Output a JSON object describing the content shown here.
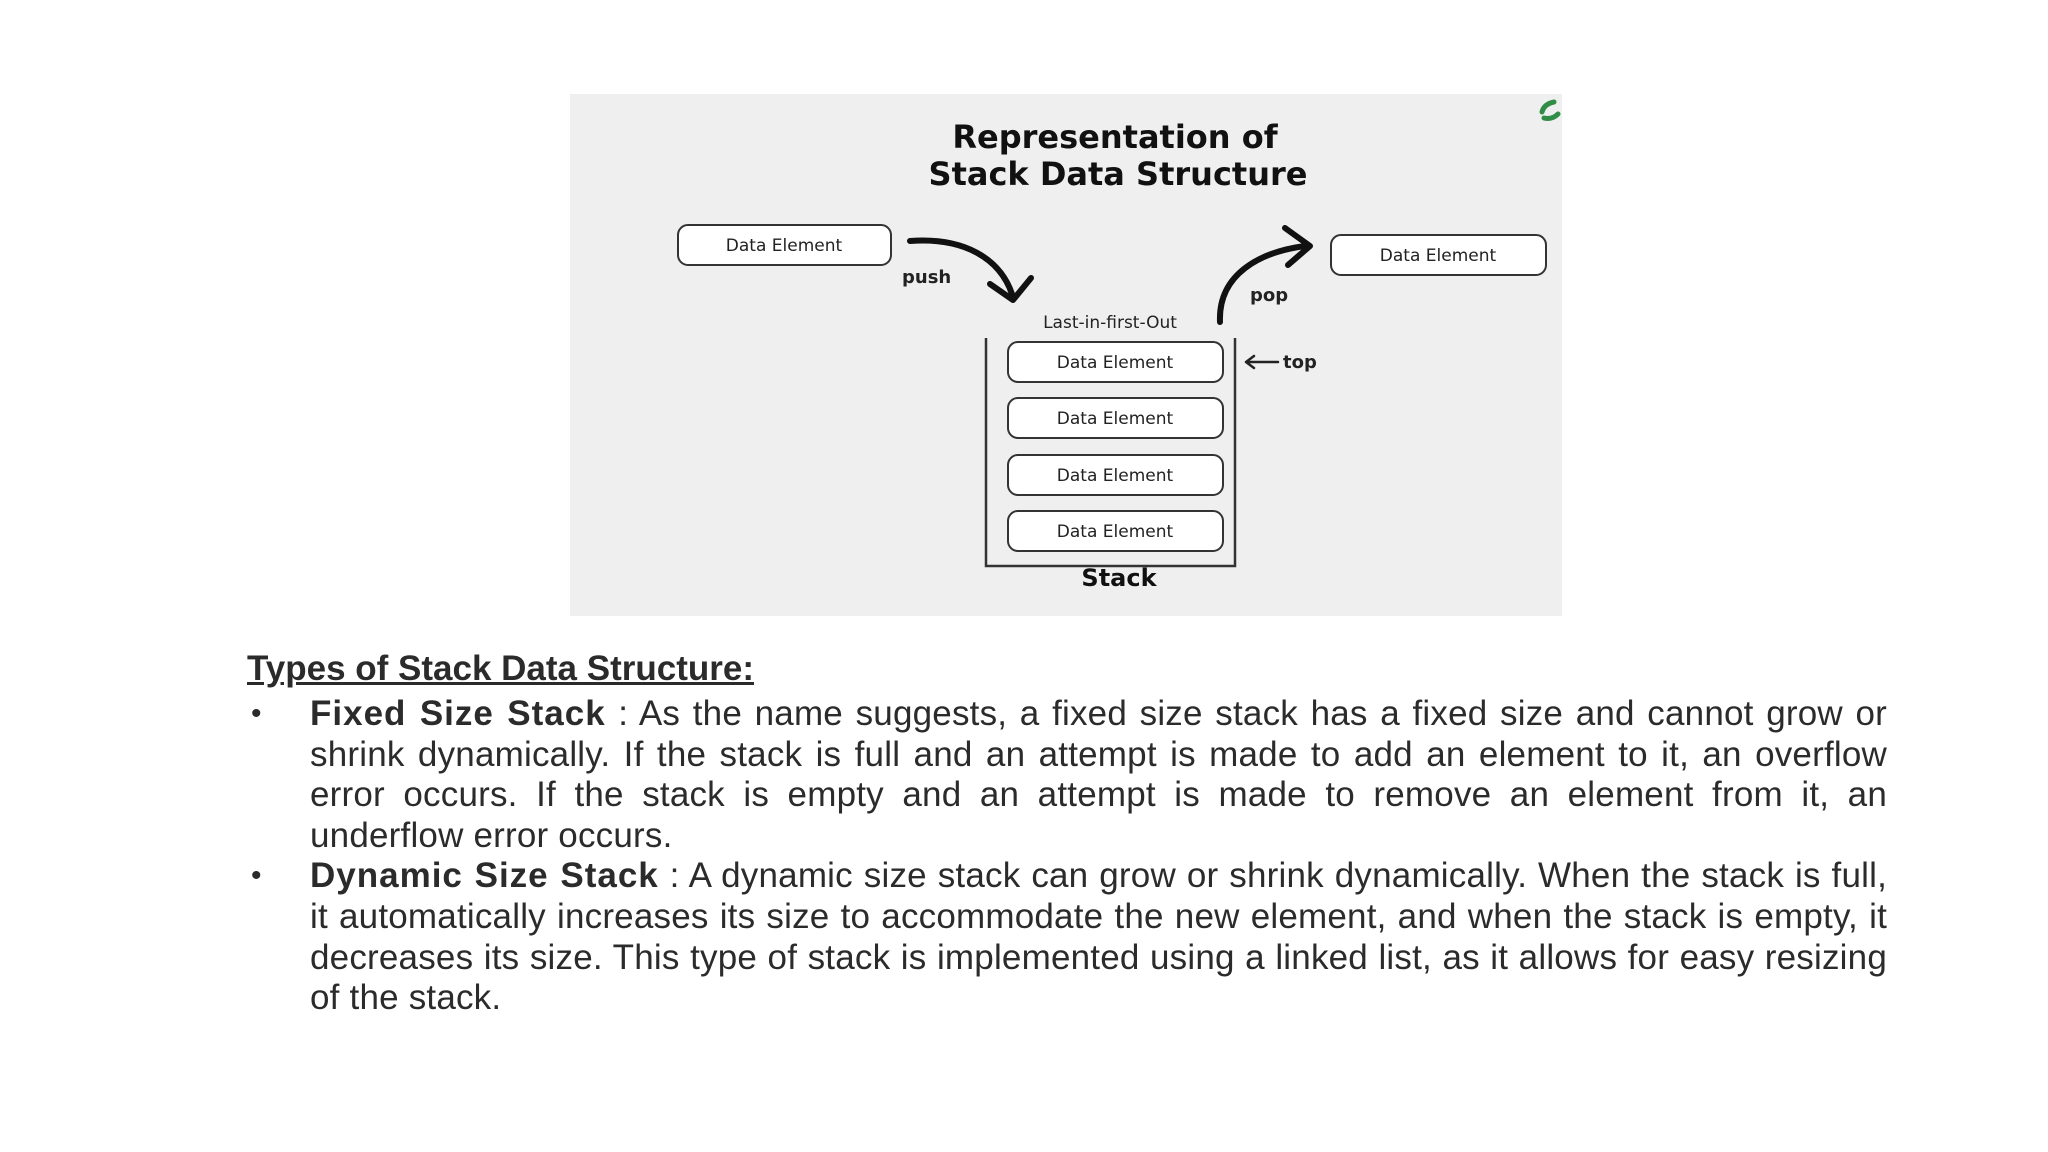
{
  "diagram": {
    "title_line1": "Representation of",
    "title_line2": "Stack Data Structure",
    "push_element": "Data Element",
    "pop_element": "Data Element",
    "push_label": "push",
    "pop_label": "pop",
    "lifo_label": "Last-in-first-Out",
    "top_label": "top",
    "stack_label": "Stack",
    "stack_items": [
      "Data Element",
      "Data Element",
      "Data Element",
      "Data Element"
    ],
    "accent_color": "#2f8d46"
  },
  "section": {
    "heading": "Types of Stack Data Structure:",
    "bullet_glyph": "•",
    "items": [
      {
        "term": "Fixed Size Stack",
        "separator": " : ",
        "description": "As the name suggests, a fixed size stack has a fixed size and cannot grow or shrink dynamically. If the stack is full and an attempt is made to add an element to it, an overflow error occurs. If the stack is empty and an attempt is made to remove an element from it, an underflow error occurs."
      },
      {
        "term": "Dynamic Size Stack",
        "separator": " : ",
        "description": "A dynamic size stack can grow or shrink dynamically. When the stack is full, it automatically increases its size to accommodate the new element, and when the stack is empty, it decreases its size. This type of stack is implemented using a linked list, as it allows for easy resizing of the stack."
      }
    ]
  }
}
